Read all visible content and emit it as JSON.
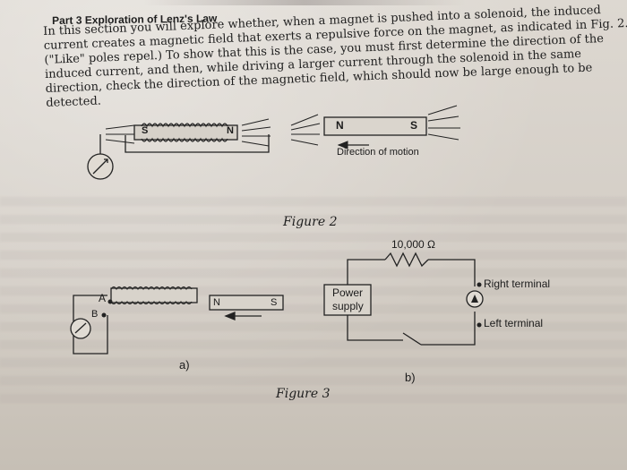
{
  "section_title": "Part 3 Exploration of Lenz's Law",
  "paragraph_lines": [
    "In this section you will explore whether, when a magnet is pushed into a solenoid, the induced",
    "current creates a magnetic field that exerts a repulsive force on the magnet, as indicated in Fig. 2.",
    "(\"Like\" poles repel.) To show that this is the case, you must first determine the direction of the",
    "induced current, and then, while driving a larger current through the solenoid in the same",
    "direction, check the direction of the magnetic field, which should now be large enough to be",
    "detected."
  ],
  "figure2": {
    "caption": "Figure 2",
    "solenoid_pole_s": "S",
    "solenoid_pole_n": "N",
    "magnet_pole_n": "N",
    "magnet_pole_s": "S",
    "motion_label": "Direction of motion"
  },
  "figure3": {
    "caption": "Figure 3",
    "part_a": {
      "label": "a)",
      "terminal_a": "A",
      "terminal_b": "B",
      "magnet_pole_n": "N",
      "magnet_pole_s": "S"
    },
    "part_b": {
      "label": "b)",
      "resistor_label": "10,000 Ω",
      "power_supply_line1": "Power",
      "power_supply_line2": "supply",
      "right_terminal": "Right terminal",
      "left_terminal": "Left terminal"
    }
  },
  "colors": {
    "paper": "#d6d1c9",
    "ink": "#1e1e1e"
  }
}
